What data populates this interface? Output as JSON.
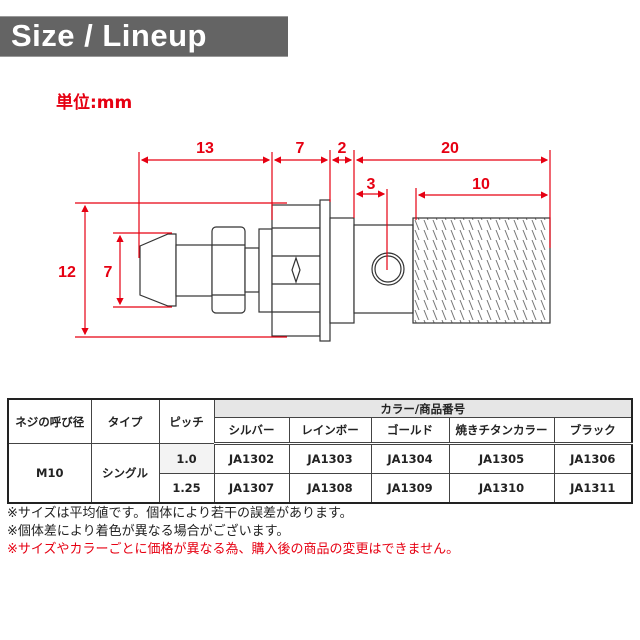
{
  "header": {
    "title": "Size / Lineup"
  },
  "unit_label": "単位:mm",
  "dimensions": {
    "tip_to_hex": "13",
    "hex_width": "7",
    "flange_width": "2",
    "shaft_length": "20",
    "hole_offset": "3",
    "thread_length": "10",
    "hex_height": "12",
    "tip_diameter": "7"
  },
  "colors": {
    "accent": "#e60012",
    "header_bg": "#646464"
  },
  "table": {
    "headers": {
      "size": "ネジの呼び径",
      "type": "タイプ",
      "pitch": "ピッチ",
      "color_group": "カラー/商品番号",
      "colors": [
        "シルバー",
        "レインボー",
        "ゴールド",
        "焼きチタンカラー",
        "ブラック"
      ]
    },
    "size": "M10",
    "type": "シングル",
    "rows": [
      {
        "pitch": "1.0",
        "codes": [
          "JA1302",
          "JA1303",
          "JA1304",
          "JA1305",
          "JA1306"
        ]
      },
      {
        "pitch": "1.25",
        "codes": [
          "JA1307",
          "JA1308",
          "JA1309",
          "JA1310",
          "JA1311"
        ]
      }
    ]
  },
  "notes": [
    "※サイズは平均値です。個体により若干の誤差があります。",
    "※個体差により着色が異なる場合がございます。",
    "※サイズやカラーごとに価格が異なる為、購入後の商品の変更はできません。"
  ]
}
